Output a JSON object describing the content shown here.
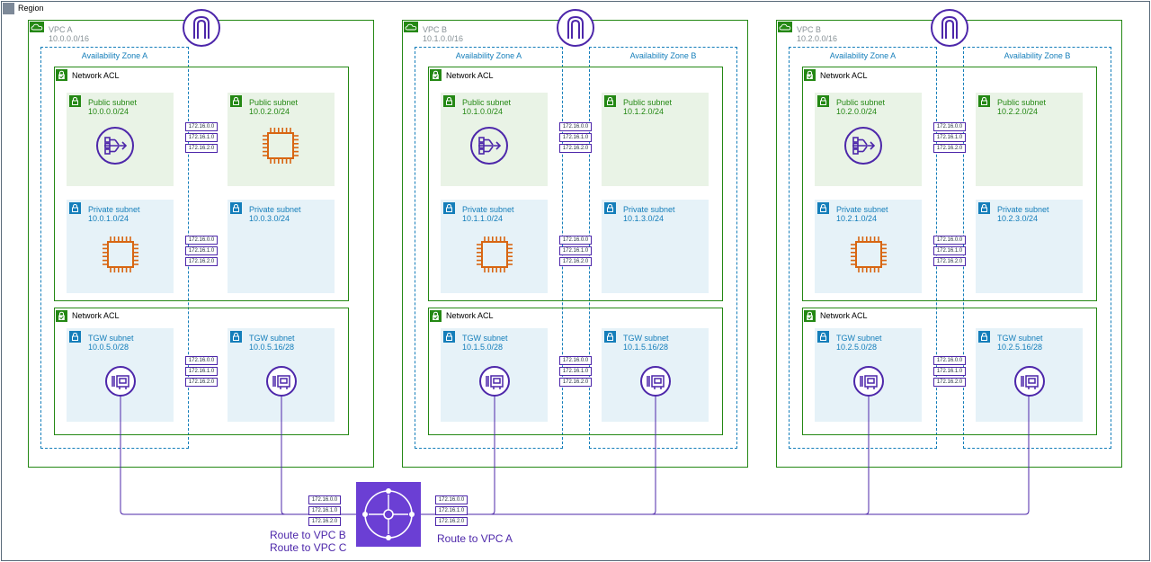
{
  "region": {
    "label": "Region"
  },
  "vpcs": [
    {
      "name": "VPC A",
      "cidr": "10.0.0.0/16",
      "az_a": "Availability Zone A",
      "az_b": "",
      "acl_top": "Network ACL",
      "acl_bottom": "Network ACL",
      "pub_a": {
        "title": "Public subnet",
        "cidr": "10.0.0.0/24"
      },
      "pub_b": {
        "title": "Public subnet",
        "cidr": "10.0.2.0/24"
      },
      "priv_a": {
        "title": "Private subnet",
        "cidr": "10.0.1.0/24"
      },
      "priv_b": {
        "title": "Private subnet",
        "cidr": "10.0.3.0/24"
      },
      "tgw_a": {
        "title": "TGW subnet",
        "cidr": "10.0.5.0/28"
      },
      "tgw_b": {
        "title": "TGW subnet",
        "cidr": "10.0.5.16/28"
      }
    },
    {
      "name": "VPC B",
      "cidr": "10.1.0.0/16",
      "az_a": "Availability Zone A",
      "az_b": "Availability Zone B",
      "acl_top": "Network ACL",
      "acl_bottom": "Network ACL",
      "pub_a": {
        "title": "Public subnet",
        "cidr": "10.1.0.0/24"
      },
      "pub_b": {
        "title": "Public subnet",
        "cidr": "10.1.2.0/24"
      },
      "priv_a": {
        "title": "Private subnet",
        "cidr": "10.1.1.0/24"
      },
      "priv_b": {
        "title": "Private subnet",
        "cidr": "10.1.3.0/24"
      },
      "tgw_a": {
        "title": "TGW subnet",
        "cidr": "10.1.5.0/28"
      },
      "tgw_b": {
        "title": "TGW subnet",
        "cidr": "10.1.5.16/28"
      }
    },
    {
      "name": "VPC B",
      "cidr": "10.2.0.0/16",
      "az_a": "Availability Zone A",
      "az_b": "Availability Zone B",
      "acl_top": "Network ACL",
      "acl_bottom": "Network ACL",
      "pub_a": {
        "title": "Public subnet",
        "cidr": "10.2.0.0/24"
      },
      "pub_b": {
        "title": "Public subnet",
        "cidr": "10.2.2.0/24"
      },
      "priv_a": {
        "title": "Private subnet",
        "cidr": "10.2.1.0/24"
      },
      "priv_b": {
        "title": "Private subnet",
        "cidr": "10.2.3.0/24"
      },
      "tgw_a": {
        "title": "TGW subnet",
        "cidr": "10.2.5.0/28"
      },
      "tgw_b": {
        "title": "TGW subnet",
        "cidr": "10.2.5.16/28"
      }
    }
  ],
  "route_cidrs": [
    "172.16.0.0",
    "172.16.1.0",
    "172.16.2.0"
  ],
  "routes": {
    "left_line1": "Route to VPC B",
    "left_line2": "Route to VPC C",
    "right": "Route to VPC A"
  },
  "colors": {
    "vpc_border": "#248814",
    "az_border": "#147eba",
    "tgw": "#4d27aa",
    "ec2": "#d86613",
    "public_bg": "#e9f3e6",
    "private_bg": "#e6f2f8"
  },
  "icons": [
    "internet-gateway-icon",
    "nat-gateway-icon",
    "ec2-instance-icon",
    "network-interface-icon",
    "transit-gateway-icon",
    "lock-icon",
    "vpc-cloud-icon",
    "region-flag-icon"
  ]
}
